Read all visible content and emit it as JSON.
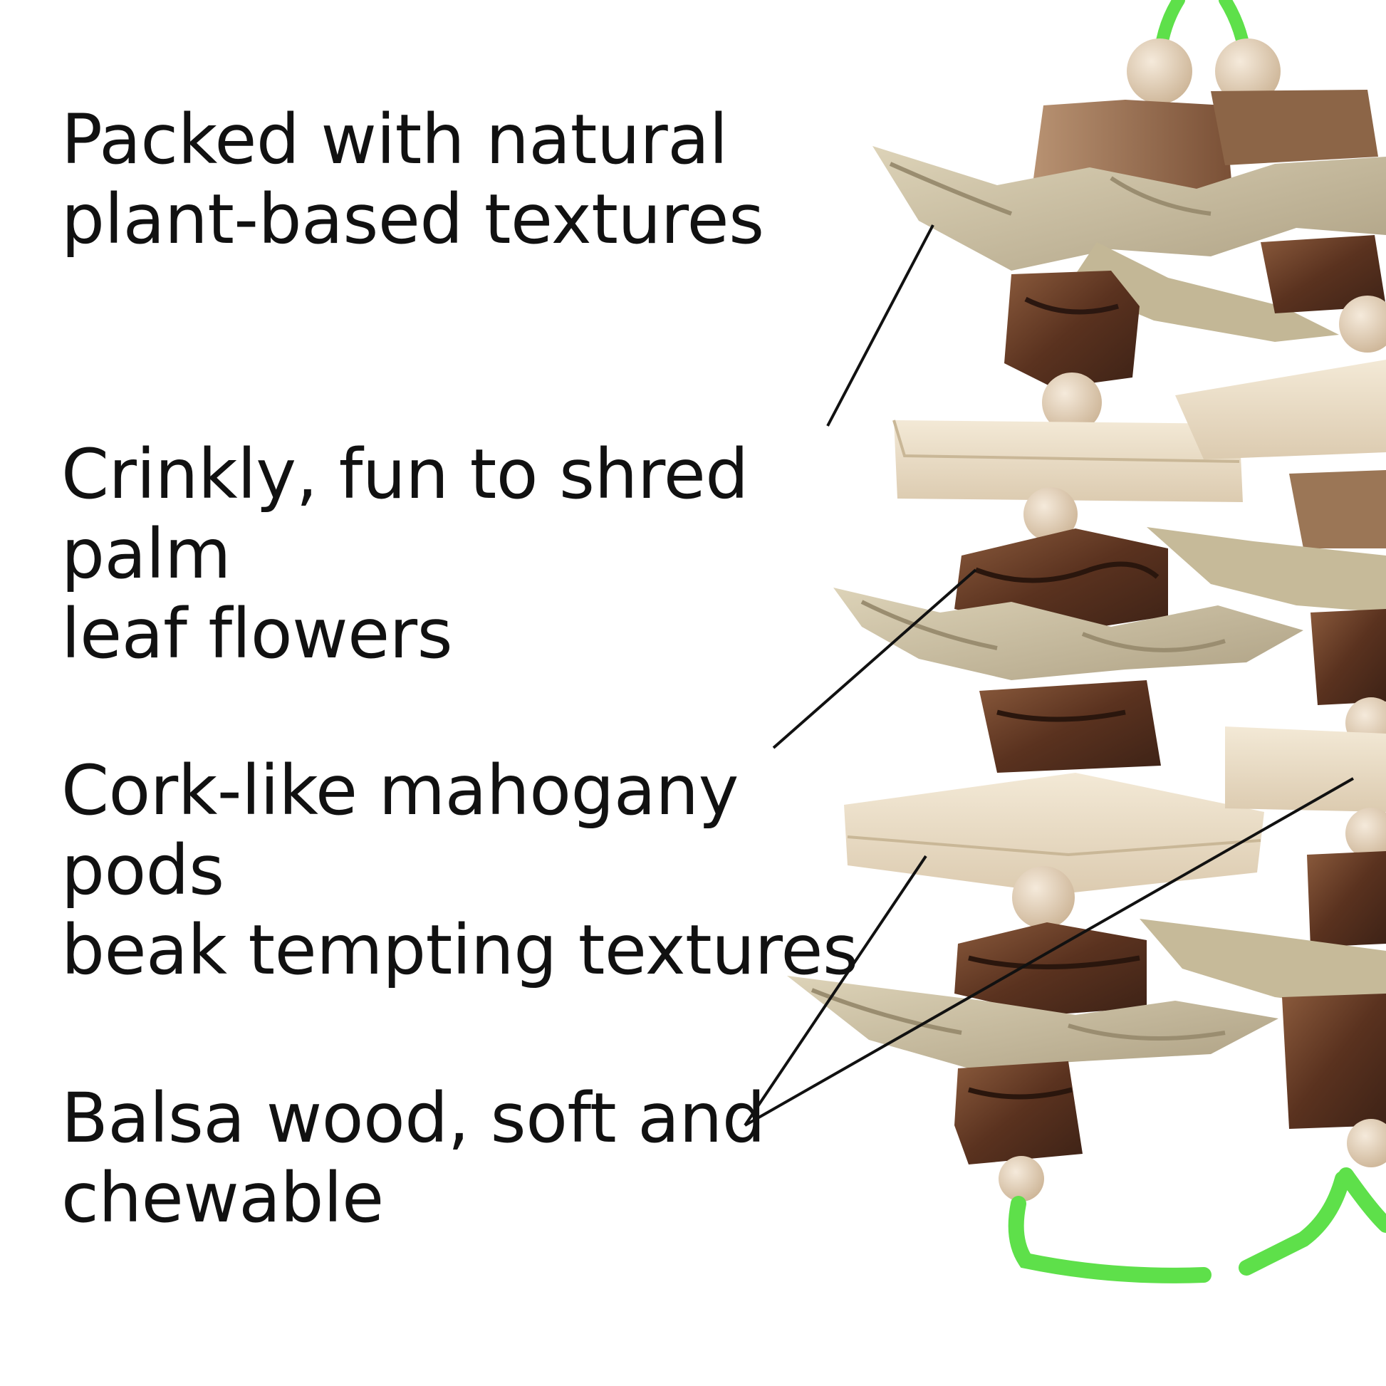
{
  "captions": {
    "plant": {
      "line1": "Packed with natural",
      "line2": "plant-based textures"
    },
    "palm": {
      "line1": "Crinkly, fun to shred palm",
      "line2": "leaf flowers"
    },
    "pods": {
      "line1": "Cork-like mahogany pods",
      "line2": "beak tempting textures"
    },
    "balsa": {
      "line1": "Balsa wood, soft and",
      "line2": "chewable"
    }
  },
  "colors": {
    "text": "#111111",
    "rope": "#5ee04a",
    "bead": "#e6d4bd",
    "pod": "#6b3f2a",
    "pod_dark": "#3d2216",
    "palm_leaf": "#cdc2a4",
    "balsa": "#ece0c8",
    "leader_line": "#111111"
  }
}
